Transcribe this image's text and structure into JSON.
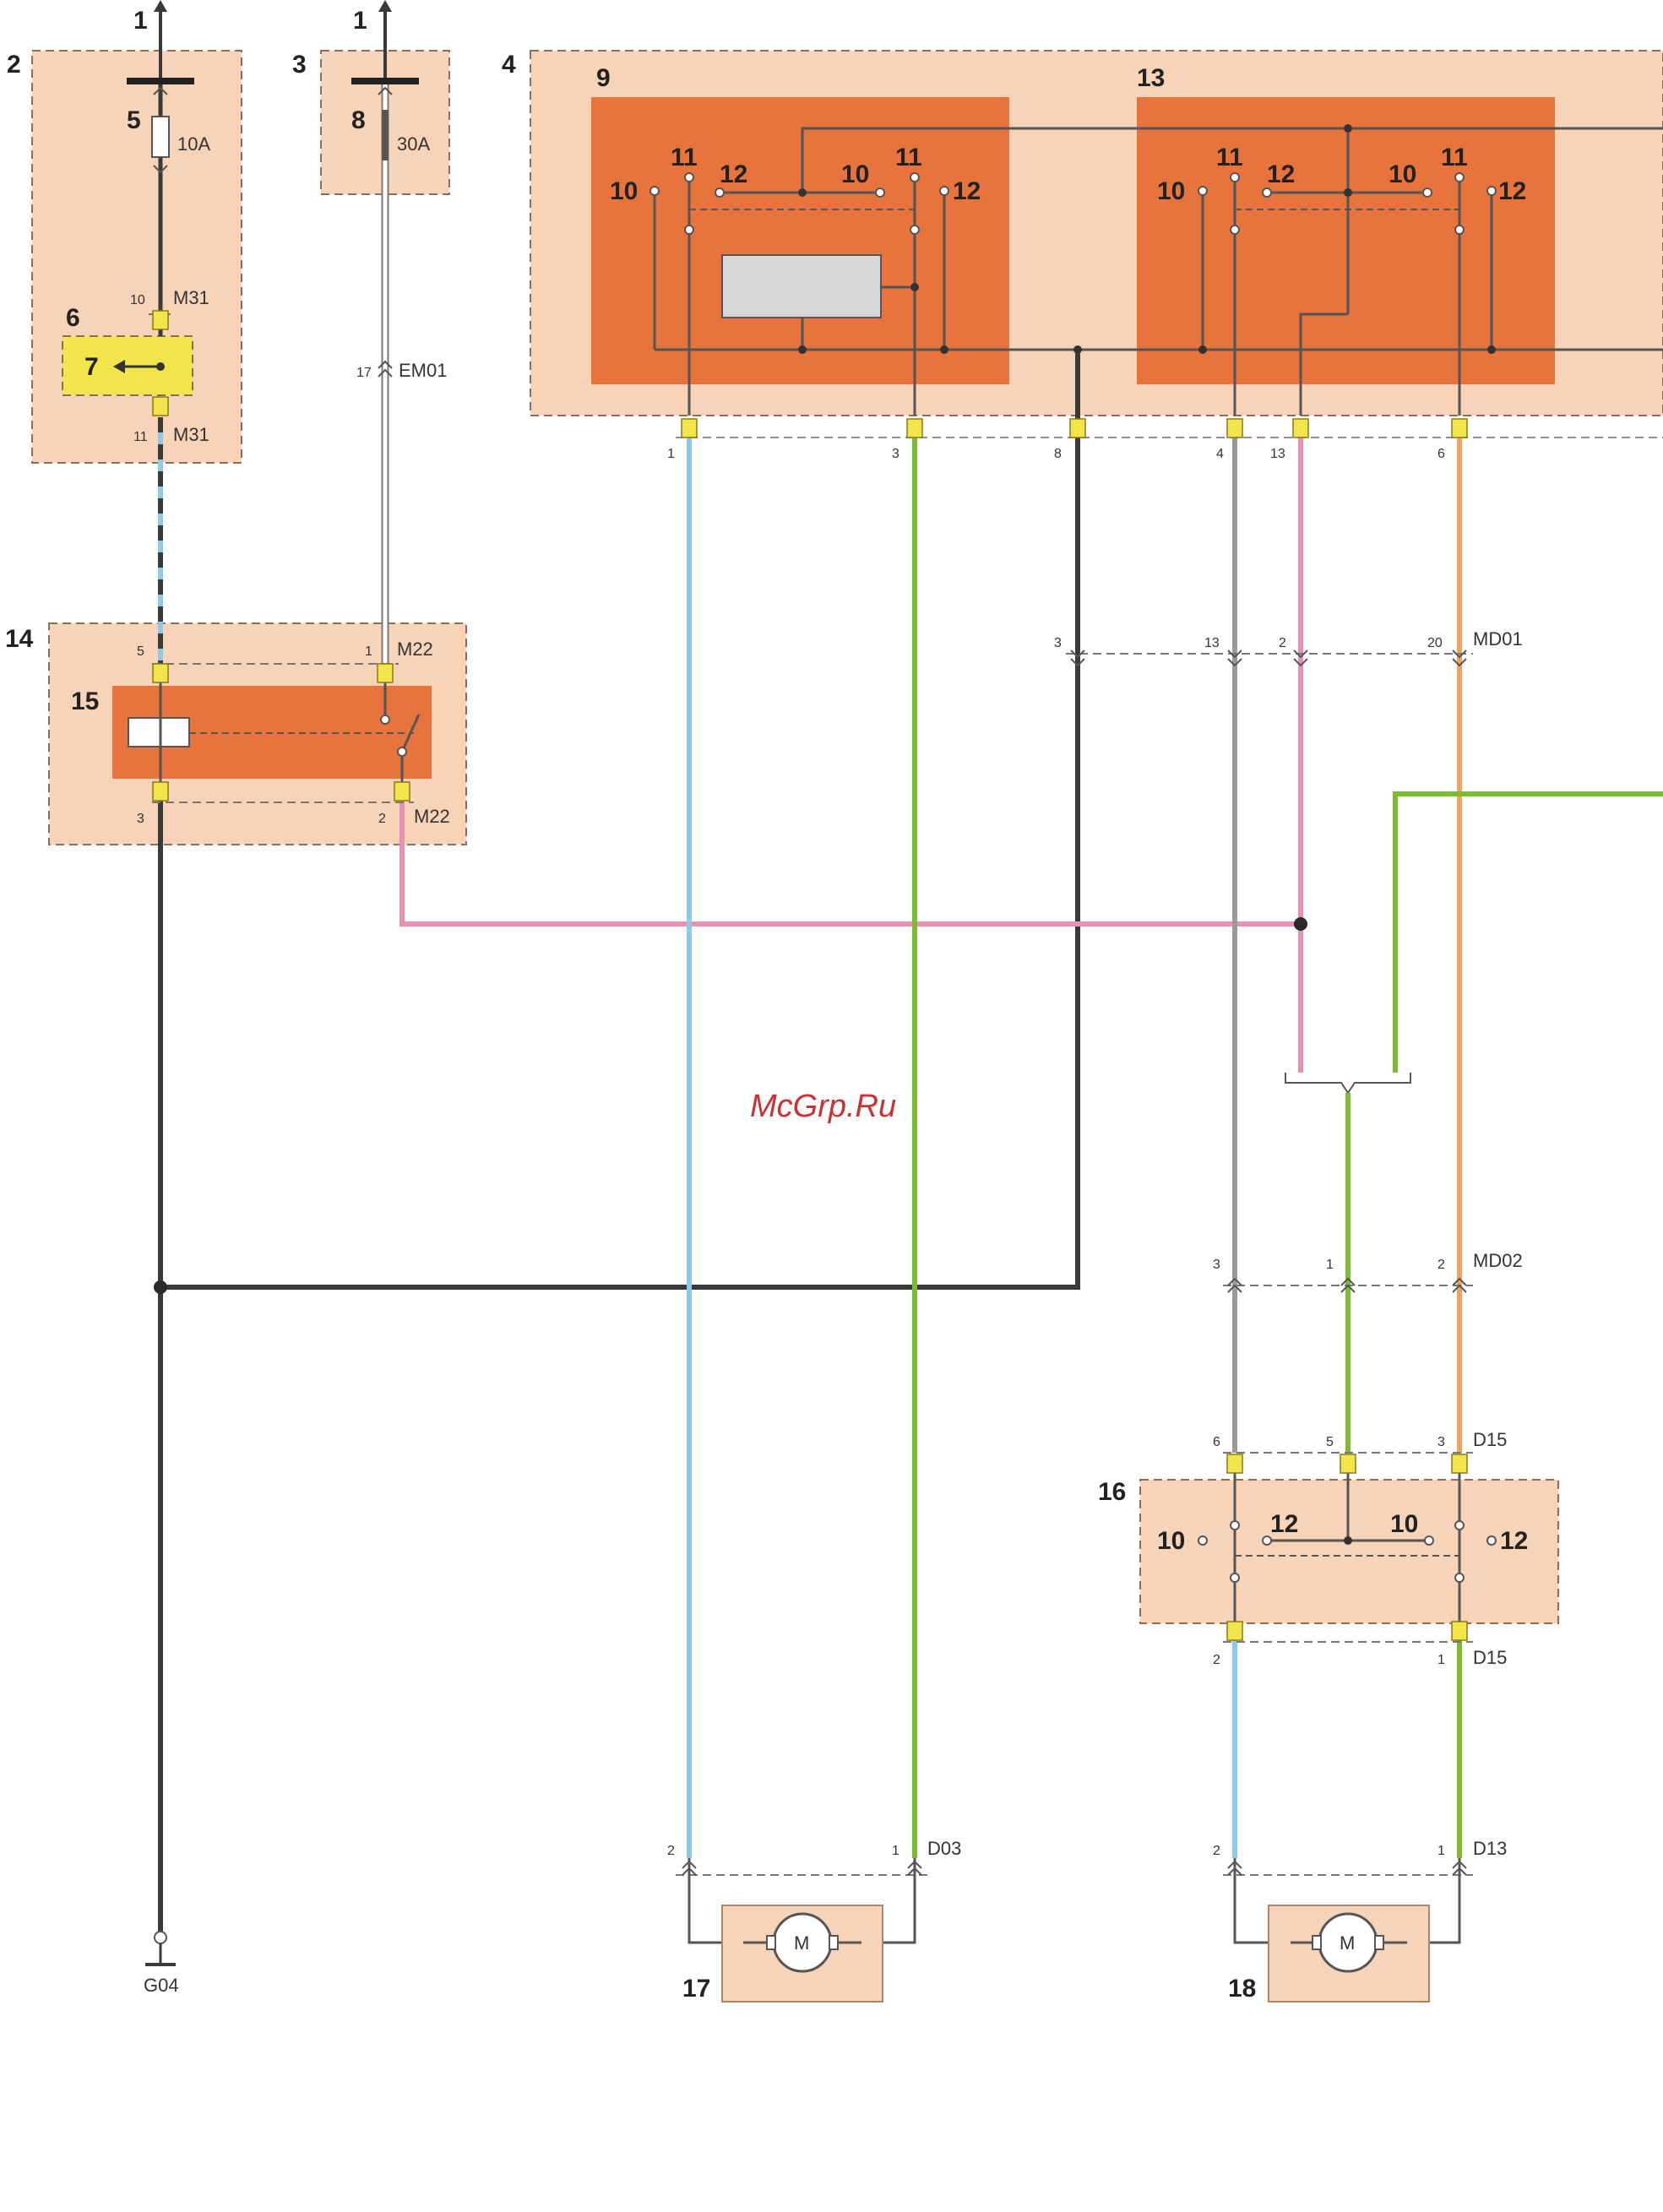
{
  "labels": {
    "l1a": "1",
    "l1b": "1",
    "l2": "2",
    "l3": "3",
    "l4": "4",
    "l5": "5",
    "l6": "6",
    "l7": "7",
    "l8": "8",
    "l9": "9",
    "l13": "13",
    "l14": "14",
    "l15": "15",
    "l16": "16",
    "l17": "17",
    "l18": "18"
  },
  "fuses": {
    "f5_rating": "10A",
    "f8_rating": "30A"
  },
  "connectors": {
    "m31_top_pin": "10",
    "m31_bot_pin": "11",
    "m31": "M31",
    "em01_pin": "17",
    "em01": "EM01",
    "m22_top5": "5",
    "m22_top1": "1",
    "m22": "M22",
    "m22_bot3": "3",
    "m22_bot2": "2",
    "block4_pins": [
      "1",
      "3",
      "8",
      "4",
      "13",
      "6"
    ],
    "md01_pins": [
      "3",
      "13",
      "2",
      "20"
    ],
    "md01": "MD01",
    "md02_pins": [
      "3",
      "1",
      "2"
    ],
    "md02": "MD02",
    "d15_top_pins": [
      "6",
      "5",
      "3"
    ],
    "d15": "D15",
    "d15_bot_pins": [
      "2",
      "1"
    ],
    "d03_pins": [
      "2",
      "1"
    ],
    "d03": "D03",
    "d13_pins": [
      "2",
      "1"
    ],
    "d13": "D13",
    "ground": "G04"
  },
  "switch_terminals": {
    "s9": [
      "10",
      "11",
      "12",
      "10",
      "11",
      "12"
    ],
    "s13": [
      "10",
      "11",
      "12",
      "10",
      "11",
      "12"
    ],
    "s16": [
      "10",
      "12",
      "10",
      "12"
    ]
  },
  "motor_symbol": "M",
  "watermark": "McGrp.Ru",
  "colors": {
    "module_bg": "#f7d3b7",
    "relay_orange": "#e8743d",
    "fuse_yellow": "#f2e54c",
    "wire_black": "#3a3a3a",
    "wire_blue": "#8fc9ec",
    "wire_green": "#7cbd2f",
    "wire_pink": "#ec8fb4",
    "wire_grey": "#9a9a9a",
    "wire_orange": "#f0a35a",
    "wire_white": "#ffffff"
  }
}
